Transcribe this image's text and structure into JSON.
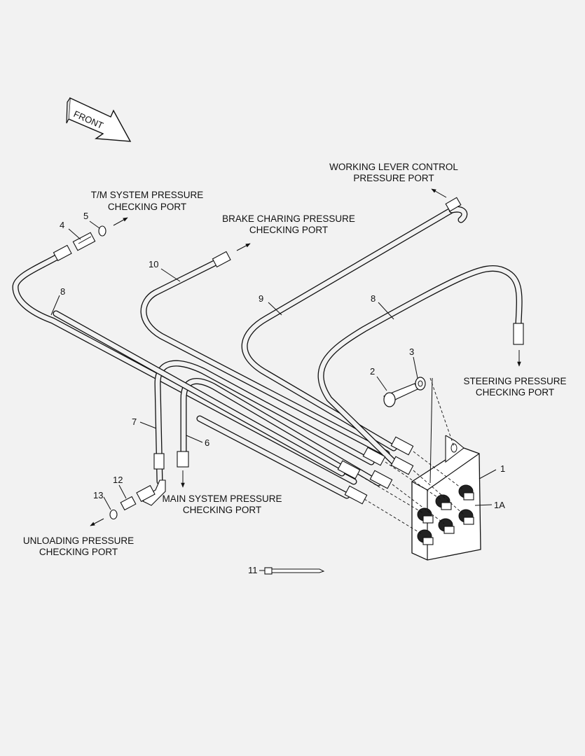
{
  "front_label": "FRONT",
  "ports": {
    "working_lever": [
      "WORKING LEVER CONTROL",
      "PRESSURE PORT"
    ],
    "tm_system": [
      "T/M SYSTEM PRESSURE",
      "CHECKING PORT"
    ],
    "brake_charging": [
      "BRAKE CHARING PRESSURE",
      "CHECKING PORT"
    ],
    "steering": [
      "STEERING PRESSURE",
      "CHECKING PORT"
    ],
    "main_system": [
      "MAIN SYSTEM PRESSURE",
      "CHECKING PORT"
    ],
    "unloading": [
      "UNLOADING PRESSURE",
      "CHECKING PORT"
    ]
  },
  "callouts": {
    "c1": "1",
    "c1a": "1A",
    "c2": "2",
    "c3": "3",
    "c4": "4",
    "c5": "5",
    "c6": "6",
    "c7": "7",
    "c8_left": "8",
    "c8_right": "8",
    "c9": "9",
    "c10": "10",
    "c11": "11",
    "c12": "12",
    "c13": "13"
  }
}
